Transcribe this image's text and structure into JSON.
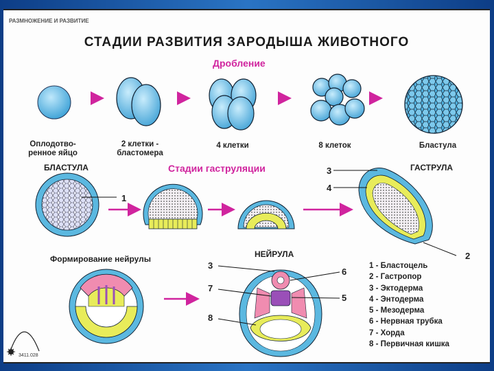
{
  "header_small": "РАЗМНОЖЕНИЕ И РАЗВИТИЕ",
  "title": "СТАДИИ РАЗВИТИЯ ЗАРОДЫША ЖИВОТНОГО",
  "cleavage": {
    "heading": "Дробление",
    "stages": [
      {
        "line1": "Оплодотво-",
        "line2": "ренное яйцо"
      },
      {
        "line1": "2 клетки -",
        "line2": "бластомера"
      },
      {
        "line1": "4 клетки",
        "line2": ""
      },
      {
        "line1": "8 клеток",
        "line2": ""
      },
      {
        "line1": "Бластула",
        "line2": ""
      }
    ]
  },
  "gastrulation": {
    "left_heading": "БЛАСТУЛА",
    "heading": "Стадии гаструляции",
    "right_heading": "ГАСТРУЛА"
  },
  "neurula": {
    "left_heading": "Формирование нейрулы",
    "heading": "НЕЙРУЛА"
  },
  "numbers": [
    "1",
    "2",
    "3",
    "4",
    "5",
    "6",
    "7",
    "8"
  ],
  "legend": [
    "1 - Бластоцель",
    "2 - Гастропор",
    "3 - Эктодерма",
    "4 - Энтодерма",
    "5 - Мезодерма",
    "6 - Нервная трубка",
    "7 - Хорда",
    "8 - Первичная кишка"
  ],
  "code": "3411.028",
  "colors": {
    "accent": "#d0249e",
    "ectoderm": "#5bb8e0",
    "endoderm": "#e8ec5a",
    "mesoderm": "#9a4fb8",
    "neural": "#f08cb0"
  }
}
